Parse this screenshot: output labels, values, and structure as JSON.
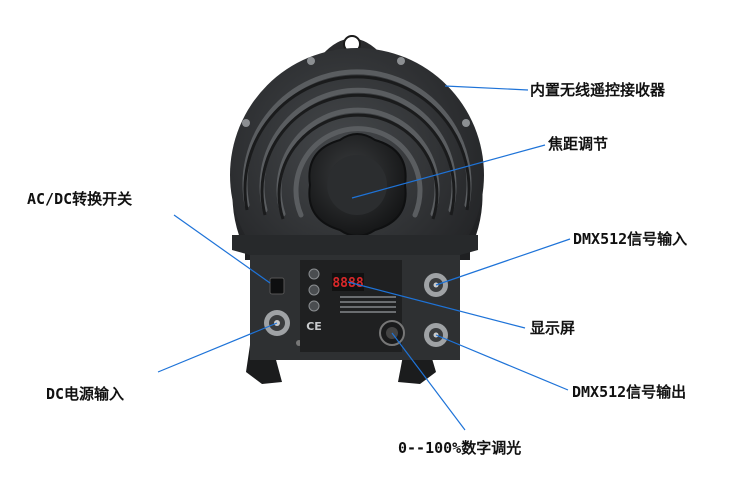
{
  "colors": {
    "background": "#ffffff",
    "body": "#2f3133",
    "body_dark": "#1c1d1e",
    "panel": "#232425",
    "leader_line": "#1e73d8",
    "display_red": "#d8282a"
  },
  "labels": {
    "wireless_receiver": "内置无线遥控接收器",
    "focus_adjust": "焦距调节",
    "ac_dc_switch": "AC/DC转换开关",
    "dmx_input": "DMX512信号输入",
    "display": "显示屏",
    "dc_power_input": "DC电源输入",
    "dmx_output": "DMX512信号输出",
    "dimmer": "0--100%数字调光"
  },
  "panel": {
    "display_readout": "8888",
    "ce_mark": "CE"
  }
}
